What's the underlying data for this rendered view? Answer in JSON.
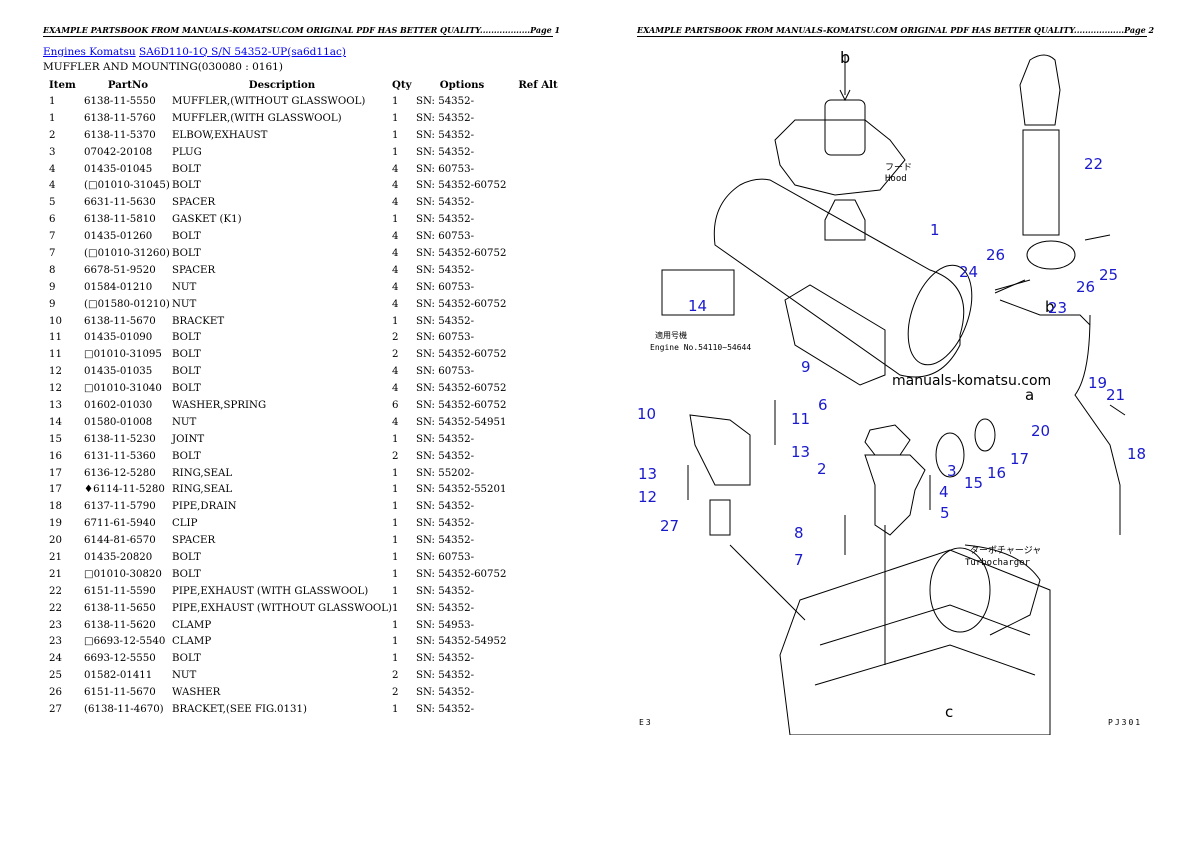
{
  "header": {
    "page1": "EXAMPLE PARTSBOOK FROM MANUALS-KOMATSU.COM ORIGINAL PDF HAS BETTER QUALITY..................Page 1",
    "page2": "EXAMPLE PARTSBOOK FROM MANUALS-KOMATSU.COM ORIGINAL PDF HAS BETTER QUALITY..................Page 2"
  },
  "breadcrumb": {
    "engines": "Engines Komatsu",
    "model": "SA6D110-1Q S/N 54352-UP(sa6d11ac)"
  },
  "subtitle": "MUFFLER AND MOUNTING(030080 : 0161)",
  "table": {
    "headers": [
      "Item",
      "PartNo",
      "Description",
      "Qty",
      "Options",
      "Ref Alt"
    ],
    "rows": [
      [
        "1",
        "6138-11-5550",
        "MUFFLER,(WITHOUT GLASSWOOL)",
        "1",
        "SN: 54352-",
        ""
      ],
      [
        "1",
        "6138-11-5760",
        "MUFFLER,(WITH GLASSWOOL)",
        "1",
        "SN: 54352-",
        ""
      ],
      [
        "2",
        "6138-11-5370",
        "ELBOW,EXHAUST",
        "1",
        "SN: 54352-",
        ""
      ],
      [
        "3",
        "07042-20108",
        "PLUG",
        "1",
        "SN: 54352-",
        ""
      ],
      [
        "4",
        "01435-01045",
        "BOLT",
        "4",
        "SN: 60753-",
        ""
      ],
      [
        "4",
        "(□01010-31045)",
        "BOLT",
        "4",
        "SN: 54352-60752",
        ""
      ],
      [
        "5",
        "6631-11-5630",
        "SPACER",
        "4",
        "SN: 54352-",
        ""
      ],
      [
        "6",
        "6138-11-5810",
        "GASKET (K1)",
        "1",
        "SN: 54352-",
        ""
      ],
      [
        "7",
        "01435-01260",
        "BOLT",
        "4",
        "SN: 60753-",
        ""
      ],
      [
        "7",
        "(□01010-31260)",
        "BOLT",
        "4",
        "SN: 54352-60752",
        ""
      ],
      [
        "8",
        "6678-51-9520",
        "SPACER",
        "4",
        "SN: 54352-",
        ""
      ],
      [
        "9",
        "01584-01210",
        "NUT",
        "4",
        "SN: 60753-",
        ""
      ],
      [
        "9",
        "(□01580-01210)",
        "NUT",
        "4",
        "SN: 54352-60752",
        ""
      ],
      [
        "10",
        "6138-11-5670",
        "BRACKET",
        "1",
        "SN: 54352-",
        ""
      ],
      [
        "11",
        "01435-01090",
        "BOLT",
        "2",
        "SN: 60753-",
        ""
      ],
      [
        "11",
        "□01010-31095",
        "BOLT",
        "2",
        "SN: 54352-60752",
        ""
      ],
      [
        "12",
        "01435-01035",
        "BOLT",
        "4",
        "SN: 60753-",
        ""
      ],
      [
        "12",
        "□01010-31040",
        "BOLT",
        "4",
        "SN: 54352-60752",
        ""
      ],
      [
        "13",
        "01602-01030",
        "WASHER,SPRING",
        "6",
        "SN: 54352-60752",
        ""
      ],
      [
        "14",
        "01580-01008",
        "NUT",
        "4",
        "SN: 54352-54951",
        ""
      ],
      [
        "15",
        "6138-11-5230",
        "JOINT",
        "1",
        "SN: 54352-",
        ""
      ],
      [
        "16",
        "6131-11-5360",
        "BOLT",
        "2",
        "SN: 54352-",
        ""
      ],
      [
        "17",
        "6136-12-5280",
        "RING,SEAL",
        "1",
        "SN: 55202-",
        ""
      ],
      [
        "17",
        "♦6114-11-5280",
        "RING,SEAL",
        "1",
        "SN: 54352-55201",
        ""
      ],
      [
        "18",
        "6137-11-5790",
        "PIPE,DRAIN",
        "1",
        "SN: 54352-",
        ""
      ],
      [
        "19",
        "6711-61-5940",
        "CLIP",
        "1",
        "SN: 54352-",
        ""
      ],
      [
        "20",
        "6144-81-6570",
        "SPACER",
        "1",
        "SN: 54352-",
        ""
      ],
      [
        "21",
        "01435-20820",
        "BOLT",
        "1",
        "SN: 60753-",
        ""
      ],
      [
        "21",
        "□01010-30820",
        "BOLT",
        "1",
        "SN: 54352-60752",
        ""
      ],
      [
        "22",
        "6151-11-5590",
        "PIPE,EXHAUST (WITH GLASSWOOL)",
        "1",
        "SN: 54352-",
        ""
      ],
      [
        "22",
        "6138-11-5650",
        "PIPE,EXHAUST (WITHOUT GLASSWOOL)",
        "1",
        "SN: 54352-",
        ""
      ],
      [
        "23",
        "6138-11-5620",
        "CLAMP",
        "1",
        "SN: 54953-",
        ""
      ],
      [
        "23",
        "□6693-12-5540",
        "CLAMP",
        "1",
        "SN: 54352-54952",
        ""
      ],
      [
        "24",
        "6693-12-5550",
        "BOLT",
        "1",
        "SN: 54352-",
        ""
      ],
      [
        "25",
        "01582-01411",
        "NUT",
        "2",
        "SN: 54352-",
        ""
      ],
      [
        "26",
        "6151-11-5670",
        "WASHER",
        "2",
        "SN: 54352-",
        ""
      ],
      [
        "27",
        "(6138-11-4670)",
        "BRACKET,(SEE FIG.0131)",
        "1",
        "SN: 54352-",
        ""
      ]
    ]
  },
  "diagram": {
    "watermark": "manuals-komatsu.com",
    "hood_jp": "フード",
    "hood_en": "Hood",
    "turbo_jp": "ターボチャージャ",
    "turbo_en": "Turbocharger",
    "engine_jp": "適用号機",
    "engine_en": "Engine No.54110~54644",
    "letters": {
      "a": "a",
      "b": "b",
      "c": "c"
    },
    "callouts": [
      "1",
      "2",
      "3",
      "4",
      "5",
      "6",
      "7",
      "8",
      "9",
      "10",
      "11",
      "12",
      "13",
      "14",
      "15",
      "16",
      "17",
      "18",
      "19",
      "20",
      "21",
      "22",
      "23",
      "24",
      "25",
      "26",
      "27"
    ],
    "number_color": "#1a1acc",
    "footer_left": "E3",
    "footer_right": "PJ301"
  }
}
